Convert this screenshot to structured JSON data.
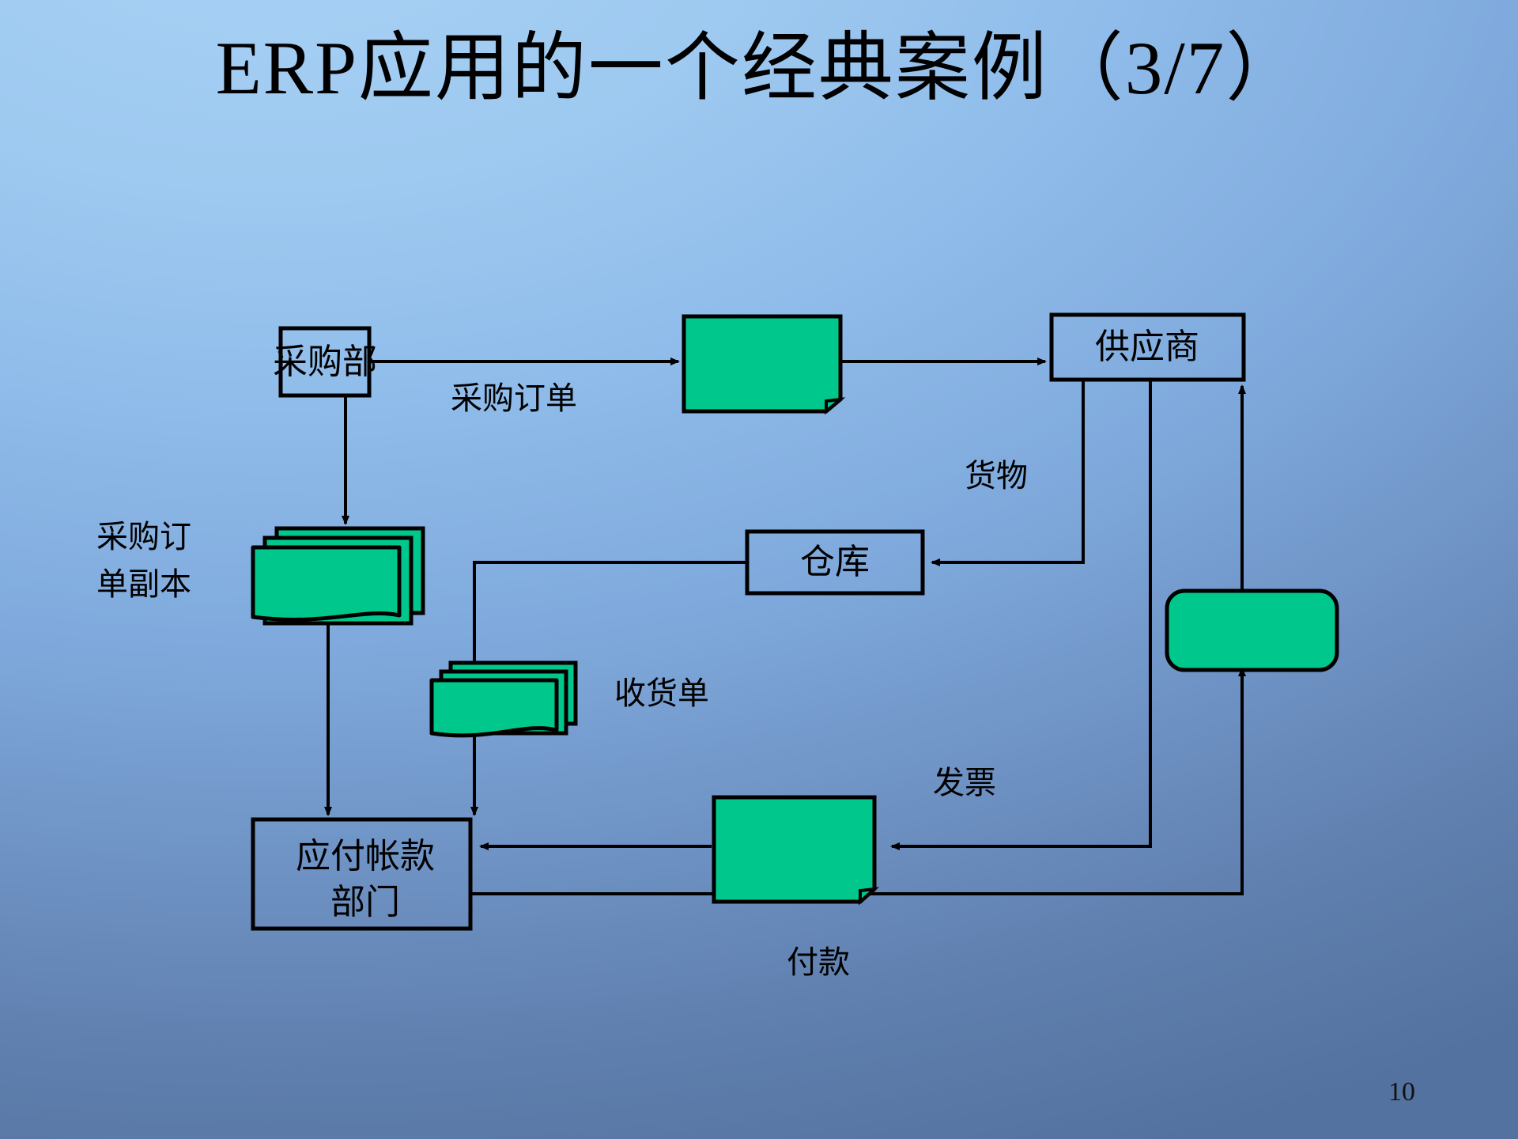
{
  "slide": {
    "title": "ERP应用的一个经典案例（3/7）",
    "page_number": "10",
    "background_top_color": "#a9d2f5",
    "background_bottom_color": "#54729f"
  },
  "palette": {
    "document_fill": "#00c88c",
    "process_fill_transparent": "none",
    "stroke": "#000000",
    "box_text": "#000000"
  },
  "diagram": {
    "nodes": {
      "purchasing_dept": {
        "label": "采购部",
        "shape": "rectangle"
      },
      "purchase_order_doc": {
        "label": "",
        "shape": "document"
      },
      "supplier": {
        "label": "供应商",
        "shape": "rectangle"
      },
      "po_copies_doc": {
        "label": "",
        "shape": "multidocument"
      },
      "warehouse": {
        "label": "仓库",
        "shape": "rectangle"
      },
      "receiving_notes_doc": {
        "label": "",
        "shape": "multidocument"
      },
      "invoice_doc": {
        "label": "",
        "shape": "document"
      },
      "payment_doc": {
        "label": "",
        "shape": "rounded-rectangle"
      },
      "accounts_payable_dept": {
        "label_line1": "应付帐款",
        "label_line2": "部门",
        "shape": "rectangle"
      }
    },
    "flow_labels": {
      "purchase_order": "采购订单",
      "po_copy": "采购订\n单副本",
      "po_copy_line1": "采购订",
      "po_copy_line2": "单副本",
      "goods": "货物",
      "receiving_note": "收货单",
      "invoice": "发票",
      "payment": "付款"
    }
  }
}
